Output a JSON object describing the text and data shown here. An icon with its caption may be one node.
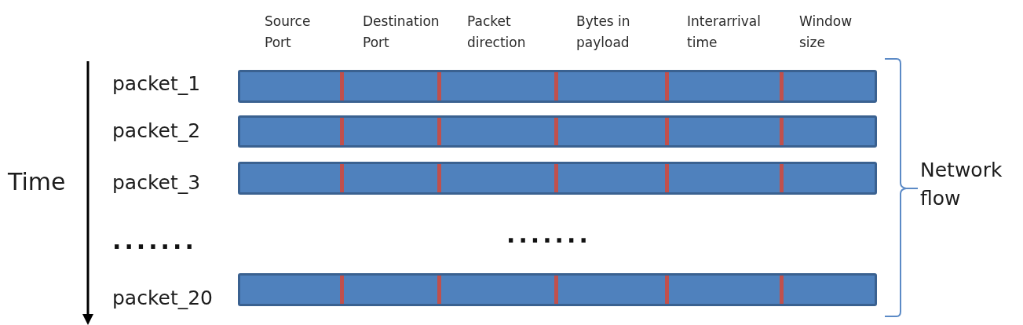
{
  "diagram": {
    "nodes": [
      {
        "text": [],
        "shape": "bar",
        "beside": [
          "packet_1"
        ]
      },
      {
        "text": [],
        "shape": "bar",
        "beside": [
          "packet_2"
        ]
      },
      {
        "text": [],
        "shape": "bar",
        "beside": [
          "packet_3"
        ]
      },
      {
        "text": [],
        "shape": "bar",
        "beside": [
          "packet_20"
        ]
      }
    ],
    "labels": [
      "Source Port",
      "Destination Port",
      "Packet direction",
      "Bytes in payload",
      "Interarrival time",
      "Window size",
      "Time",
      "Network flow",
      ".......",
      "......."
    ]
  }
}
